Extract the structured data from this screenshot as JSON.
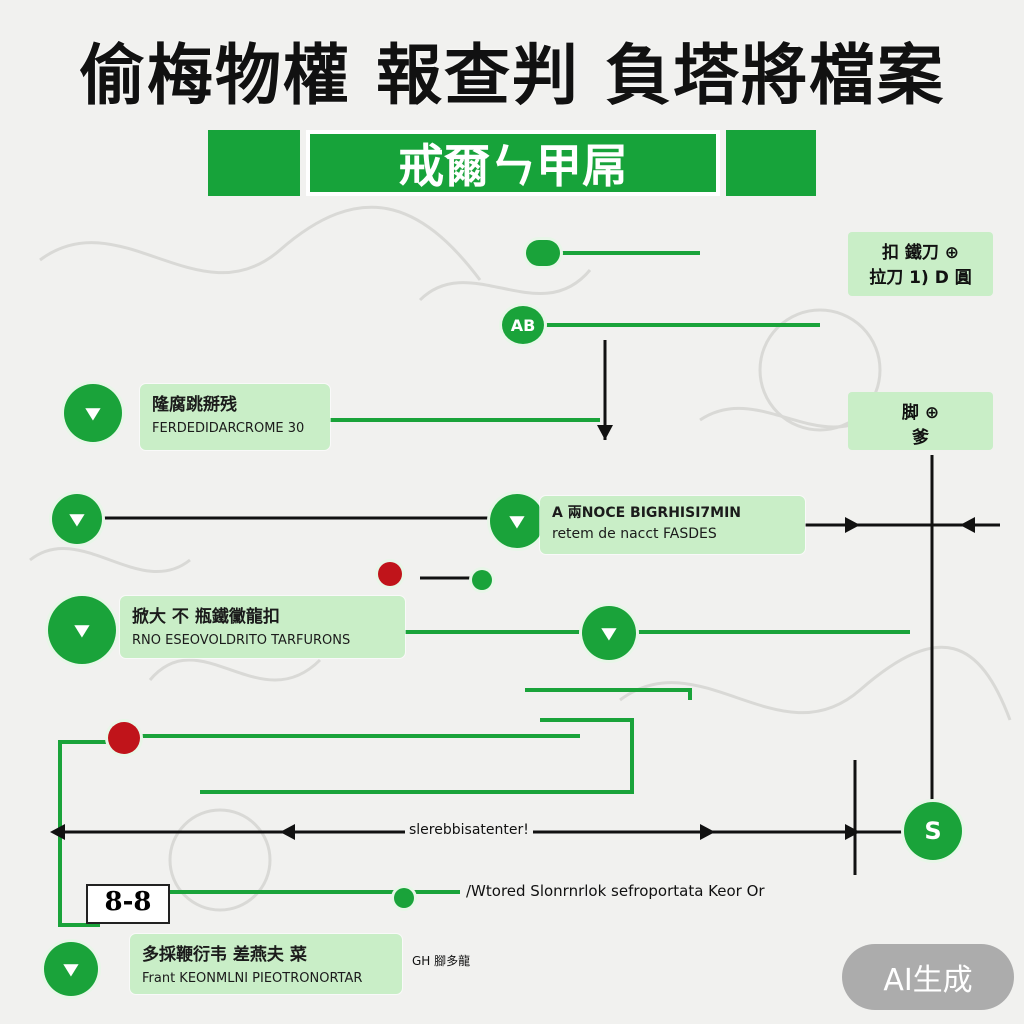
{
  "title": "偷梅物權 報查判 負塔將檔案",
  "banner": {
    "label": "戒爾ㄣ甲屌"
  },
  "stages": [
    {
      "cn": "隆腐跳掰残",
      "en": "FERDEDIDARCROME 30"
    },
    {
      "cn": "A 兩NOCE BIGRHISI7MIN",
      "en": "retem de nacct FASDES"
    },
    {
      "cn": "掀大 不 瓶鐵黴龍扣",
      "en": "RNO ESEOVOLDRITO TARFURONS"
    },
    {
      "cn": "多採鞭衍韦 差燕夫 菜",
      "en": "Frant KEONMLNI PIEOTRONORTAR"
    }
  ],
  "top_right_box": {
    "line1": "扣 鐵刀 ⊕",
    "line2": "拉刀 1) D 圓"
  },
  "mid_right_box": {
    "line1": "脚 ⊕",
    "line2": "爹"
  },
  "labels": {
    "mid_line": "slerebbisatenter!",
    "bottom_line": "/Wtored Slonrnrlok sefroportata Keor Or",
    "small_bottom": "GH 腳多龍"
  },
  "code_box": "8-8",
  "end_node": "S",
  "top_node": "AB",
  "watermark": "AI生成",
  "colors": {
    "green": "#17a33a",
    "light_green": "#c9eec7",
    "red": "#c0141a",
    "line": "#111111"
  }
}
